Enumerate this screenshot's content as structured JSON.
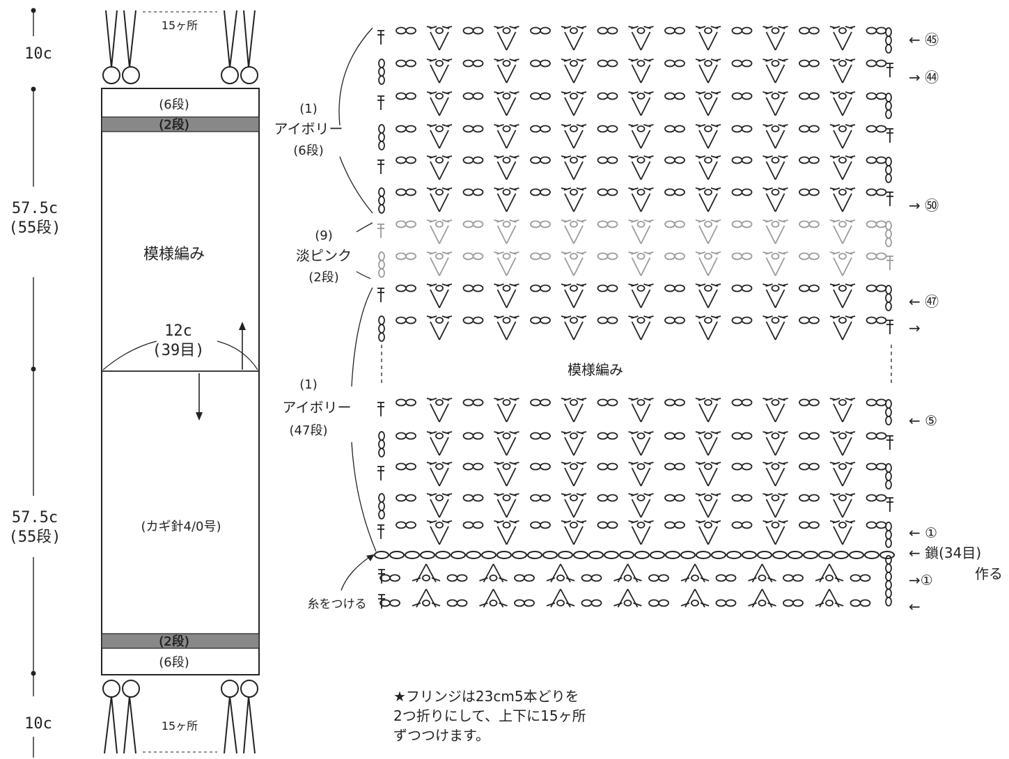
{
  "colors": {
    "ink": "#222222",
    "pink": "#9a9a9a",
    "band": "#888888",
    "bg": "#ffffff"
  },
  "left": {
    "top_fringe_dim": "10c",
    "bottom_fringe_dim": "10c",
    "top_half_dim": "57.5c",
    "top_half_rows": "(55段)",
    "bottom_half_dim": "57.5c",
    "bottom_half_rows": "(55段)",
    "fringe_count_top": "15ヶ所",
    "fringe_count_bottom": "15ヶ所",
    "top_border_rows": "(6段)",
    "top_band_rows": "(2段)",
    "bottom_band_rows": "(2段)",
    "bottom_border_rows": "(6段)",
    "pattern_label": "模様編み",
    "width_dim": "12c",
    "width_sts": "(39目)",
    "hook_label": "(カギ針4/0号)"
  },
  "right": {
    "group1": {
      "num": "(1)",
      "name": "アイボリー",
      "rows": "(6段)"
    },
    "group2": {
      "num": "(9)",
      "name": "淡ピンク",
      "rows": "(2段)"
    },
    "group3": {
      "num": "(1)",
      "name": "アイボリー",
      "rows": "(47段)"
    },
    "pattern_label": "模様編み",
    "attach_label": "糸をつける",
    "row_markers": {
      "r55": "← ㊺",
      "r54": "→ ㊹",
      "r50": "→ ㊿",
      "r47": "← ㊼",
      "r46": "→",
      "r5": "← ⑤",
      "r1": "← ①",
      "chain": "← 鎖(34目)",
      "chain2": "作る",
      "b1": "→①",
      "b2": "←"
    }
  },
  "note": {
    "line1": "★フリンジは23cm5本どりを",
    "line2": "2つ折りにして、上下に15ヶ所",
    "line3": "ずつつけます。"
  }
}
